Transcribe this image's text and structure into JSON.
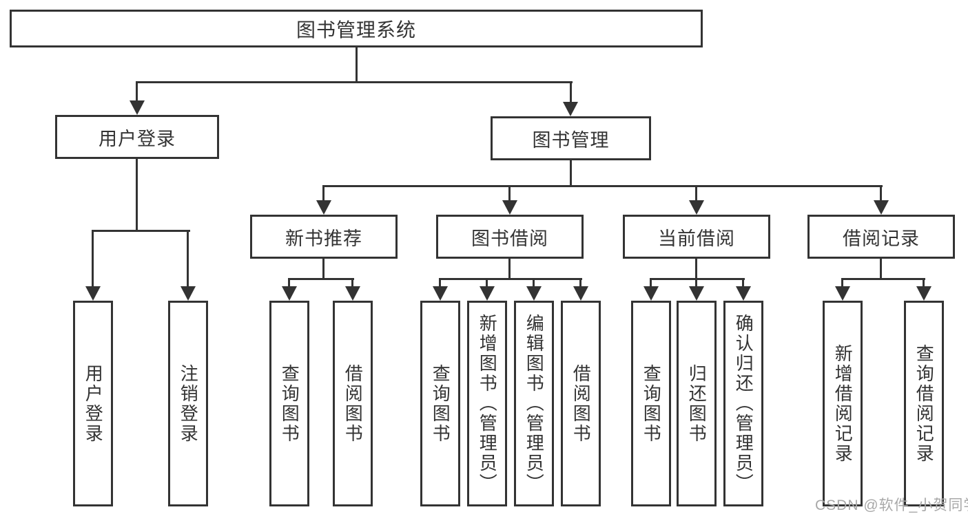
{
  "diagram": {
    "root": "图书管理系统",
    "level2": [
      "用户登录",
      "图书管理"
    ],
    "level3": [
      "新书推荐",
      "图书借阅",
      "当前借阅",
      "借阅记录"
    ],
    "leaves": {
      "user_login": [
        "用户登录",
        "注销登录"
      ],
      "new_book": [
        "查询图书",
        "借阅图书"
      ],
      "book_borrow": [
        "查询图书",
        "新增图书（管理员）",
        "编辑图书（管理员）",
        "借阅图书"
      ],
      "current_borrow": [
        "查询图书",
        "归还图书",
        "确认归还（管理员）"
      ],
      "borrow_record": [
        "新增借阅记录",
        "查询借阅记录"
      ]
    }
  },
  "watermark": "CSDN @软件_小贺同学",
  "colors": {
    "line": "#333333",
    "text": "#333333",
    "watermark": "#a8a8a8",
    "background": "#ffffff"
  }
}
